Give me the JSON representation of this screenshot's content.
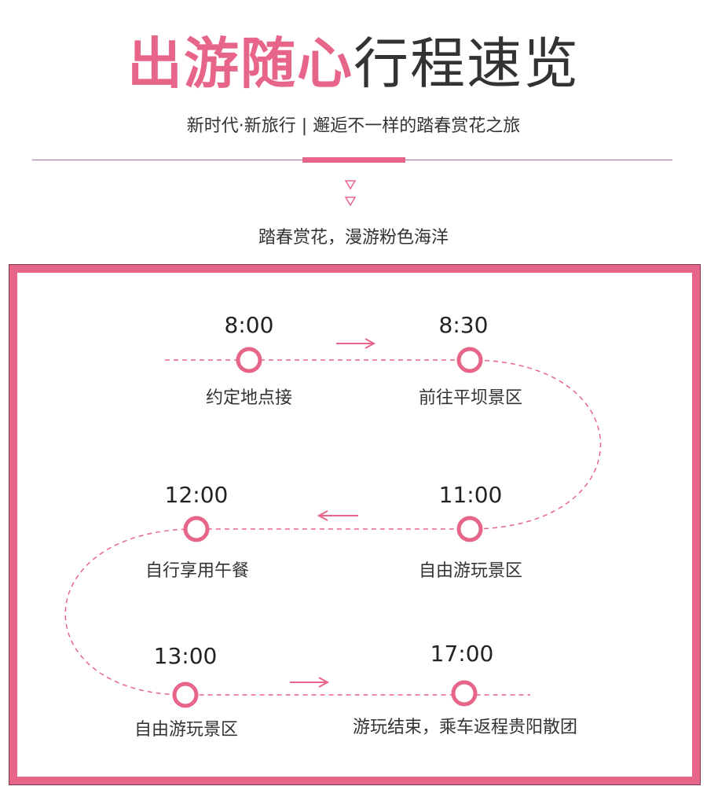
{
  "header": {
    "title_accent": "出游随心",
    "title_rest": "行程速览",
    "subtitle": "新时代·新旅行 | 邂逅不一样的踏春赏花之旅",
    "tagline": "踏春赏花，漫游粉色海洋"
  },
  "colors": {
    "accent": "#e8658a",
    "text": "#333333",
    "divider": "#b56aa3"
  },
  "schedule": [
    {
      "time": "8:00",
      "label": "约定地点接"
    },
    {
      "time": "8:30",
      "label": "前往平坝景区"
    },
    {
      "time": "11:00",
      "label": "自由游玩景区"
    },
    {
      "time": "12:00",
      "label": "自行享用午餐"
    },
    {
      "time": "13:00",
      "label": "自由游玩景区"
    },
    {
      "time": "17:00",
      "label": "游玩结束，乘车返程贵阳散团"
    }
  ]
}
